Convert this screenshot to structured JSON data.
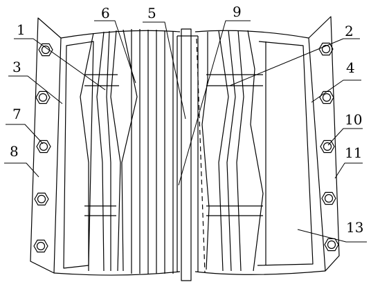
{
  "figure": {
    "callouts": [
      {
        "id": "1",
        "text": "1"
      },
      {
        "id": "2",
        "text": "2"
      },
      {
        "id": "3",
        "text": "3"
      },
      {
        "id": "4",
        "text": "4"
      },
      {
        "id": "5",
        "text": "5"
      },
      {
        "id": "6",
        "text": "6"
      },
      {
        "id": "7",
        "text": "7"
      },
      {
        "id": "8",
        "text": "8"
      },
      {
        "id": "9",
        "text": "9"
      },
      {
        "id": "10",
        "text": "10"
      },
      {
        "id": "11",
        "text": "11"
      },
      {
        "id": "13",
        "text": "13"
      }
    ],
    "colors": {
      "line": "#000000",
      "background": "#ffffff"
    }
  }
}
